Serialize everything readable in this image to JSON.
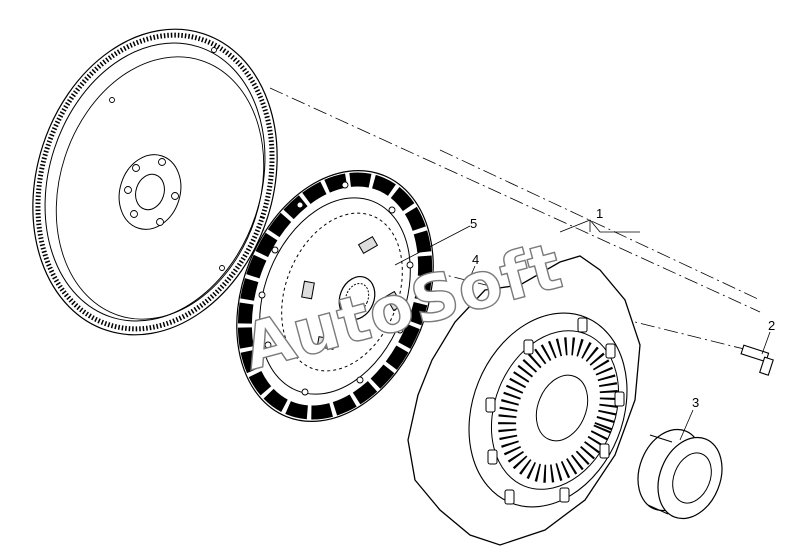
{
  "diagram": {
    "callouts": [
      {
        "id": "1",
        "label": "1"
      },
      {
        "id": "2",
        "label": "2"
      },
      {
        "id": "3",
        "label": "3"
      },
      {
        "id": "4",
        "label": "4"
      },
      {
        "id": "5",
        "label": "5"
      }
    ],
    "watermark": "AutoSoft",
    "colors": {
      "line": "#000000",
      "background": "#ffffff",
      "watermark_stroke": "#7a7a7a"
    }
  }
}
